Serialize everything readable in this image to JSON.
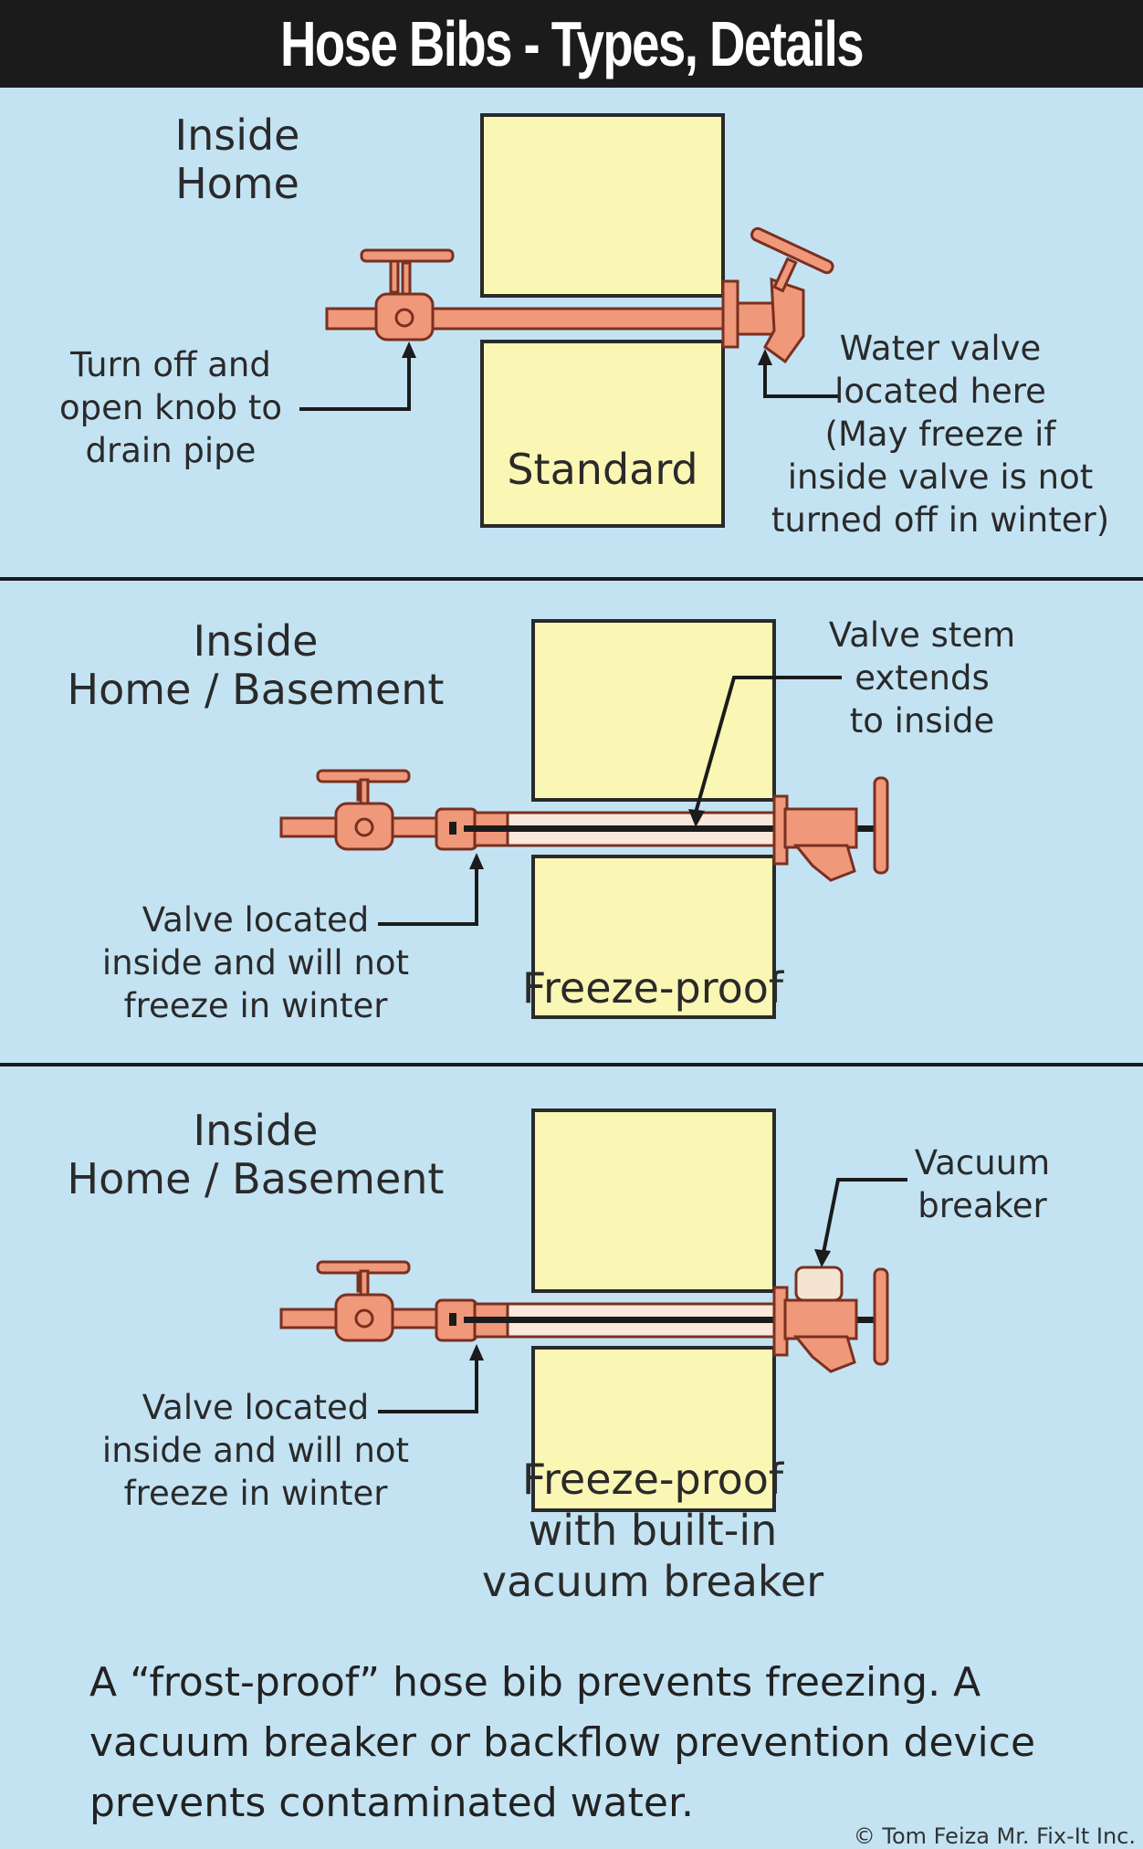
{
  "title": "Hose Bibs - Types, Details",
  "panels": {
    "standard": {
      "inside_label": [
        "Inside",
        "Home"
      ],
      "type_label": "Standard",
      "left_note": [
        "Turn off and",
        "open knob to",
        "drain pipe"
      ],
      "right_note": [
        "Water valve",
        "located here",
        "(May freeze if",
        "inside valve is not",
        "turned off in winter)"
      ]
    },
    "freeze_proof": {
      "inside_label": [
        "Inside",
        "Home / Basement"
      ],
      "type_label": "Freeze-proof",
      "left_note": [
        "Valve located",
        "inside and will not",
        "freeze in winter"
      ],
      "right_note": [
        "Valve stem",
        "extends",
        "to inside"
      ]
    },
    "vacuum_breaker": {
      "inside_label": [
        "Inside",
        "Home / Basement"
      ],
      "type_label": [
        "Freeze-proof",
        "with built-in",
        "vacuum breaker"
      ],
      "left_note": [
        "Valve located",
        "inside and will not",
        "freeze in winter"
      ],
      "right_note": [
        "Vacuum",
        "breaker"
      ]
    }
  },
  "caption": [
    "A “frost-proof” hose bib prevents freezing. A",
    "vacuum breaker or backflow prevention device",
    "prevents contaminated water."
  ],
  "credit": "© Tom Feiza Mr. Fix-It Inc.",
  "colors": {
    "background": "#c3e3f3",
    "header": "#1b1b1b",
    "wall": "#faf6b4",
    "copper": "#f0987a",
    "copper_outline": "#7a3020"
  }
}
